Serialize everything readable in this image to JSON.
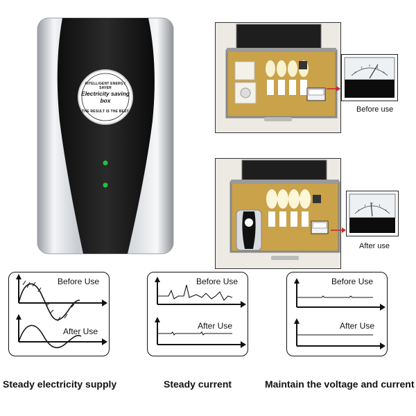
{
  "device": {
    "badge_top_text": "INTELLIGENT ENERGY SAVER",
    "badge_main_text": "Electricity saving box",
    "badge_bottom_text": "THE RESULT IS THE BEST",
    "led_color": "#22c23a"
  },
  "photos": {
    "before_caption": "Before use",
    "after_caption": "After use"
  },
  "graphs": [
    {
      "top_label": "Before Use",
      "bottom_label": "After Use",
      "caption": "Steady electricity supply"
    },
    {
      "top_label": "Before Use",
      "bottom_label": "After Use",
      "caption": "Steady current"
    },
    {
      "top_label": "Before Use",
      "bottom_label": "After Use",
      "caption": "Maintain the voltage and current"
    }
  ]
}
